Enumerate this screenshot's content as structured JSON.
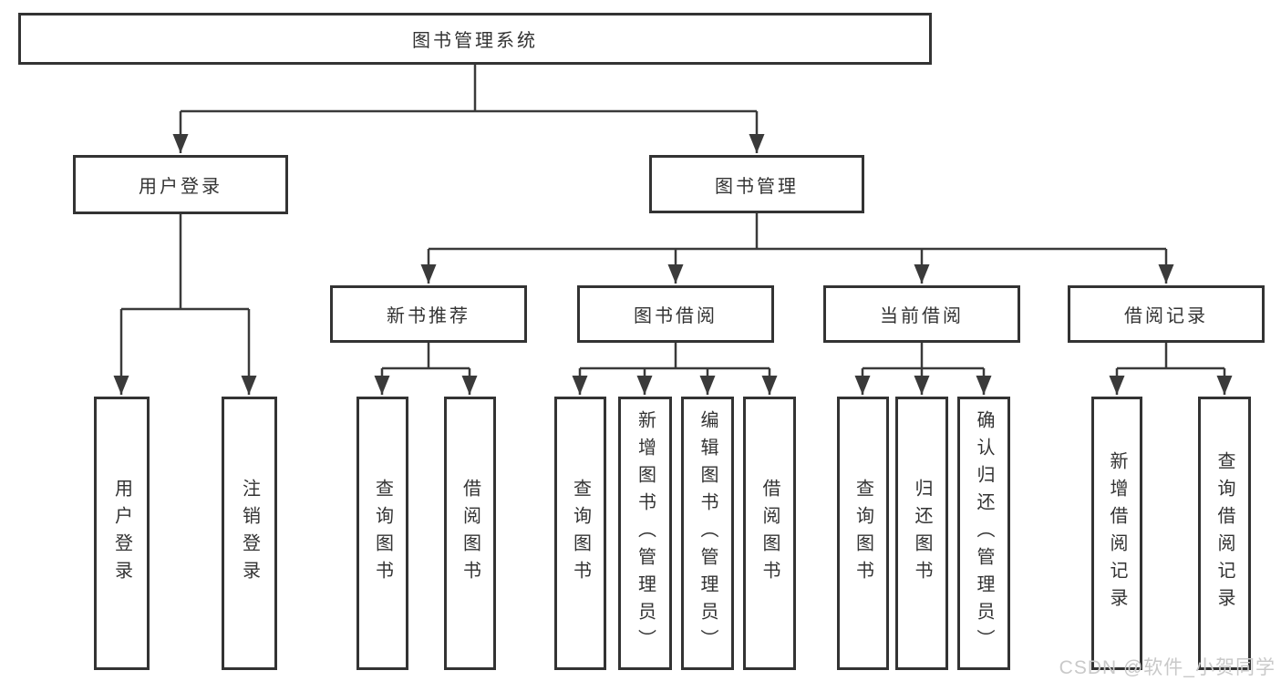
{
  "nodes": {
    "root": "图书管理系统",
    "level2": [
      "用户登录",
      "图书管理"
    ],
    "level3": [
      "新书推荐",
      "图书借阅",
      "当前借阅",
      "借阅记录"
    ],
    "leaves": [
      "用户登录",
      "注销登录",
      "查询图书",
      "借阅图书",
      "查询图书",
      "新增图书（管理员）",
      "编辑图书（管理员）",
      "借阅图书",
      "查询图书",
      "归还图书",
      "确认归还（管理员）",
      "新增借阅记录",
      "查询借阅记录"
    ]
  },
  "watermark": "CSDN @软件_小贺同学",
  "colors": {
    "line": "#3a3a3a",
    "box_border": "#333333",
    "text": "#333333",
    "watermark": "#c9c9c9",
    "background": "#ffffff"
  }
}
